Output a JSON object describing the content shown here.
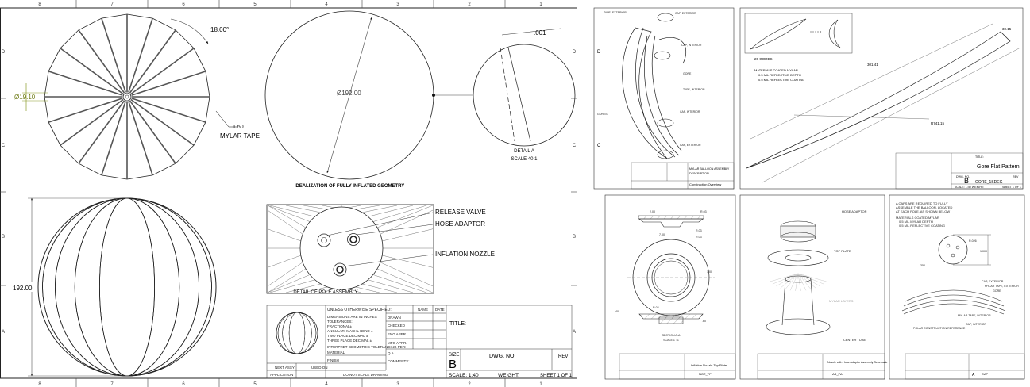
{
  "main_sheet": {
    "border_top": [
      "8",
      "7",
      "6",
      "5",
      "4",
      "3",
      "2",
      "1"
    ],
    "border_bottom": [
      "8",
      "7",
      "6",
      "5",
      "4",
      "3",
      "2",
      "1"
    ],
    "border_left": [
      "D",
      "C",
      "B",
      "A"
    ],
    "border_right": [
      "D",
      "C",
      "B",
      "A"
    ],
    "angle_label": "18.00°",
    "hub_diameter": "Ø19.10",
    "tape_width": "1.50",
    "tape_label": "MYLAR TAPE",
    "inflated_diameter": "Ø192.00",
    "inflated_caption": "IDEALIZATION OF FULLY INFLATED GEOMETRY",
    "detail_dim": ".001",
    "detail_caption": "DETAIL  A",
    "detail_scale": "SCALE 40:1",
    "side_height": "192.00",
    "release_valve": "RELEASE VALVE",
    "hose_adaptor": "HOSE ADAPTOR",
    "inflation_nozzle": "INFLATION NOZZLE",
    "pole_caption": "DETAIL OF POLE ASSEMBLY",
    "title_block": {
      "unless": "UNLESS OTHERWISE SPECIFIED:",
      "name": "NAME",
      "date": "DATE",
      "specs": [
        "DIMENSIONS ARE IN INCHES",
        "TOLERANCES:",
        "FRACTIONAL±",
        "ANGULAR: MACH±   BEND ±",
        "TWO PLACE DECIMAL   ±",
        "THREE PLACE DECIMAL  ±"
      ],
      "interpret": "INTERPRET GEOMETRIC TOLERANCING PER:",
      "material": "MATERIAL",
      "finish": "FINISH",
      "roles": [
        "DRAWN",
        "CHECKED",
        "ENG APPR.",
        "MFG APPR.",
        "Q.A.",
        "COMMENTS:"
      ],
      "title": "TITLE:",
      "size": "SIZE",
      "size_val": "B",
      "dwg": "DWG.  NO.",
      "rev": "REV",
      "scale": "SCALE: 1:40",
      "weight": "WEIGHT:",
      "sheet": "SHEET 1 OF 1",
      "next_assy": "NEXT ASSY",
      "used_on": "USED ON",
      "application": "APPLICATION",
      "no_scale": "DO NOT SCALE DRAWING"
    }
  },
  "sheet_construction": {
    "border_left": [
      "D",
      "C"
    ],
    "labels": [
      "TAPE, EXTERIOR",
      "CAP, EXTERIOR",
      "CAP, INTERIOR",
      "GORE",
      "TAPE, INTERIOR",
      "GORES",
      "CAP, INTERIOR",
      "CAP, EXTERIOR"
    ],
    "block_title": "MYLAR BALLOON ASSEMBLY",
    "block_desc": "DESCRIPTION",
    "footer": "Construction Overview"
  },
  "sheet_gore": {
    "note_count": "20 GORES",
    "notes": [
      "MATERIALS COATED MYLAR",
      "0.5 MIL REFLECTIVE DEPTH",
      "0.5 MIL REFLECTIVE COATING"
    ],
    "dim_len": "301.41",
    "dim_end": "30.15",
    "dim_chord": "R741.15",
    "title_label": "TITLE:",
    "title": "Gore Flat Pattern",
    "size": "B",
    "dwg_label": "DWG. NO.",
    "dwg": "GORE_1SDEG",
    "rev": "REV",
    "scale": "SCALE: 1:40 WEIGHT:",
    "sheet": "SHEET 1 OF 1"
  },
  "sheet_plate": {
    "dims": [
      "2.00",
      "R.03",
      "R.03",
      "R.03",
      "7.00",
      "1.00",
      "R.03",
      ".40",
      ".60"
    ],
    "section": "SECTION A-A",
    "section_scale": "SCALE 1 : 1",
    "title": "Inflation Nozzle Top Plate",
    "dwg": "NOZ_TP"
  },
  "sheet_hose": {
    "labels": [
      "HOSE ADAPTOR",
      "TOP PLATE",
      "MYLAR LAYERS",
      "CENTER TUBE"
    ],
    "title": "Nozzle with Hose Adaptor Assembly Schematic",
    "dwg": "AS_PA"
  },
  "sheet_cap": {
    "notes": [
      "A CAPS ARE REQUIRED TO FULLY",
      "ASSEMBLE THE BALLOON. LOCATED",
      "AT EACH POLE, AS SHOWN BELOW",
      "MATERIALS COATED MYLAR",
      "0.5 MIL MYLAR DEPTH",
      "0.5 MIL REFLECTIVE COATING"
    ],
    "dims": [
      "R.026",
      "1.000",
      ".350"
    ],
    "labels": [
      "CAP, EXTERIOR",
      "MYLAR TAPE, EXTERIOR",
      "GORE",
      "MYLAR TAPE, INTERIOR",
      "CAP, INTERIOR",
      "POLAR CONSTRUCTION REFERENCE"
    ],
    "size": "A",
    "dwg": "CAP"
  }
}
